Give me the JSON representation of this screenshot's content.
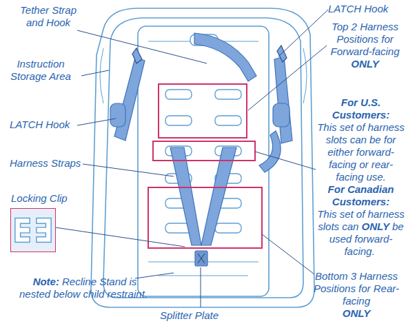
{
  "diagram": {
    "nodes": [
      {
        "text": [
          "Locking Clip"
        ]
      }
    ],
    "labels": [
      "LATCH Hook",
      "Tether Strap and Hook",
      "Top 2 Harness Positions for Forward-facing",
      "ONLY",
      "Instruction Storage Area",
      "LATCH Hook",
      "For U.S. Customers:",
      "This set of harness slots can be for either forward-facing or rear-facing use.",
      "For Canadian Customers:",
      "This set of harness slots can",
      "ONLY",
      "be used forward-facing.",
      "Harness Straps",
      "Note:",
      "Recline Stand is nested below child restraint.",
      "Splitter Plate",
      "Bottom 3 Harness Positions for Rear-facing",
      "ONLY"
    ]
  }
}
